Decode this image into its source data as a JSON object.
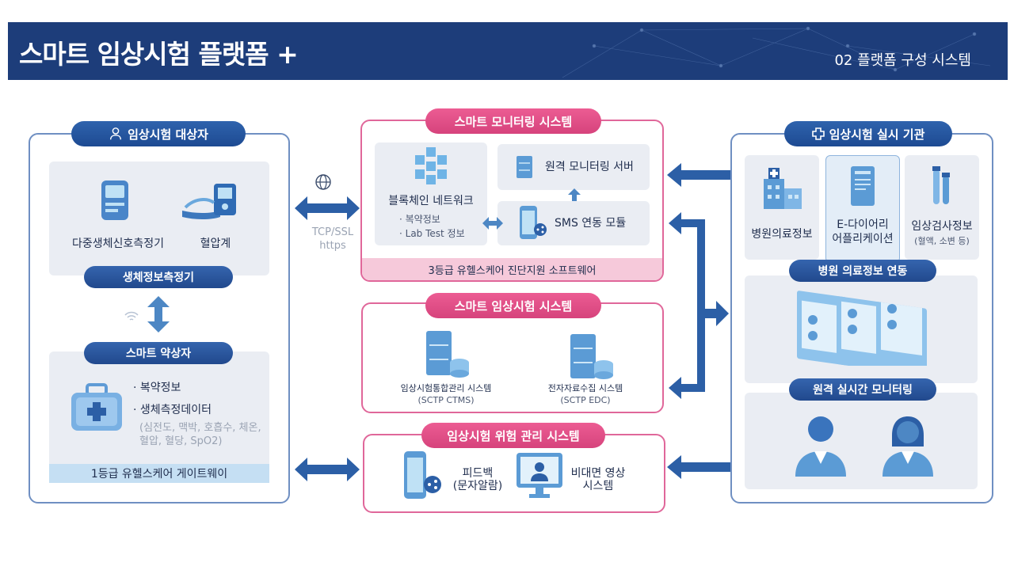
{
  "header": {
    "title": "스마트 임상시험 플랫폼 +",
    "subtitle": "02 플랫폼 구성 시스템"
  },
  "left": {
    "title": "임상시험 대상자",
    "device1": "다중생체신호측정기",
    "device2": "혈압계",
    "bio_label": "생체정보측정기",
    "pill_label": "스마트 약상자",
    "bullet1": "· 복약정보",
    "bullet2": "· 생체측정데이터",
    "detail1": "(심전도, 맥박, 호흡수, 체온,",
    "detail2": "혈압, 혈당, SpO2)",
    "gateway": "1등급 유헬스케어 게이트웨이"
  },
  "link": {
    "line1": "TCP/SSL",
    "line2": "https"
  },
  "monitor": {
    "title": "스마트 모니터링 시스템",
    "blockchain": "블록체인 네트워크",
    "b1": "· 복약정보",
    "b2": "· Lab Test 정보",
    "server": "원격 모니터링 서버",
    "sms": "SMS 연동 모듈",
    "footer": "3등급 유헬스케어 진단지원 소프트웨어"
  },
  "trial": {
    "title": "스마트 임상시험 시스템",
    "ctms": "임상시험통합관리 시스템",
    "ctms_sub": "(SCTP CTMS)",
    "edc": "전자자료수집 시스템",
    "edc_sub": "(SCTP EDC)"
  },
  "risk": {
    "title": "임상시험 위험 관리 시스템",
    "feedback1": "피드백",
    "feedback2": "(문자알람)",
    "video1": "비대면 영상",
    "video2": "시스템"
  },
  "right": {
    "title": "임상시험 실시 기관",
    "hospital": "병원의료정보",
    "ediary1": "E-다이어리",
    "ediary2": "어플리케이션",
    "lab": "임상검사정보",
    "lab_sub": "(혈액, 소변 등)",
    "link_label": "병원 의료정보 연동",
    "realtime": "원격 실시간 모니터링"
  },
  "icons": [
    "person-icon",
    "medical-cross-icon",
    "globe-icon",
    "wifi-icon",
    "blockchain-cubes-icon",
    "server-icon",
    "phone-share-icon",
    "monitor-person-icon",
    "hospital-building-icon",
    "ediary-document-icon",
    "test-tube-icon",
    "medical-records-icon",
    "doctor-male-icon",
    "doctor-female-icon",
    "medicine-box-icon",
    "vital-monitor-icon",
    "blood-pressure-icon"
  ],
  "colors": {
    "header": "#1d3d7a",
    "blue_accent": "#2f63ad",
    "pink_accent": "#e0679a",
    "arrow": "#2c5fa6"
  }
}
